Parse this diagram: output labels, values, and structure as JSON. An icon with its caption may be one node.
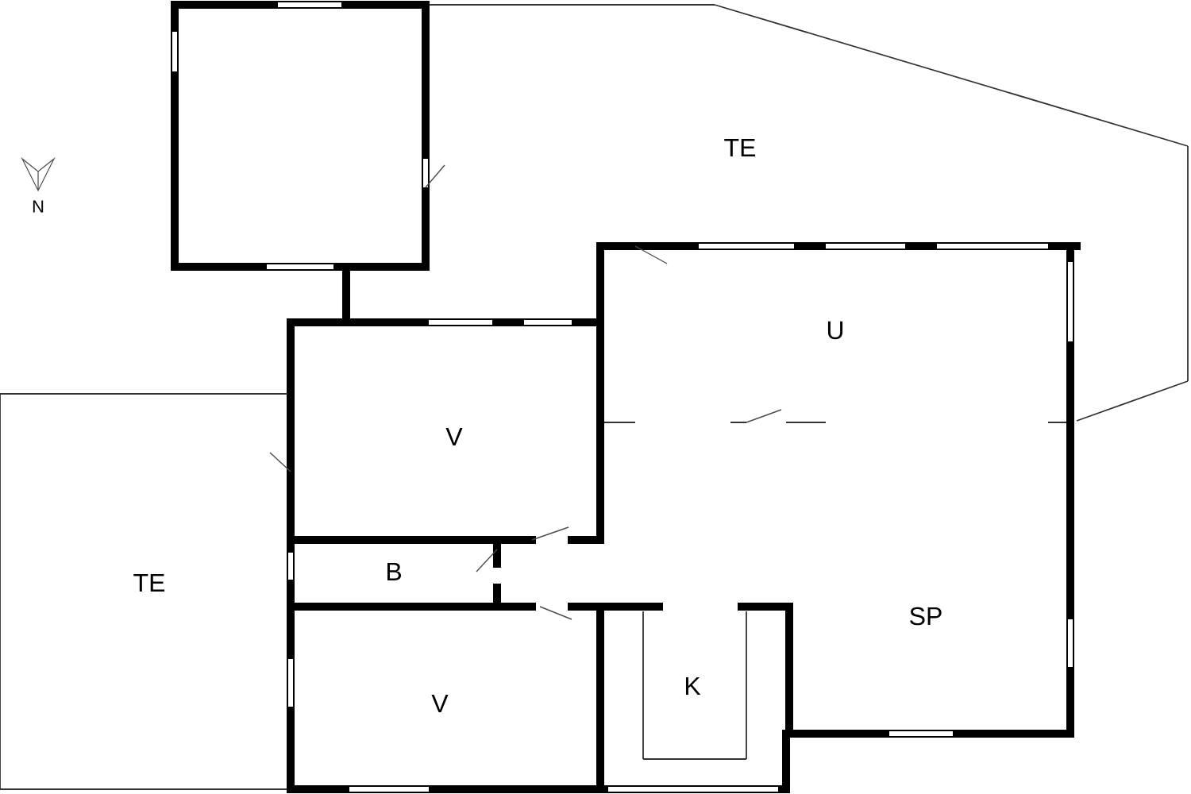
{
  "diagram": {
    "labels": [
      "TE",
      "U",
      "V",
      "TE",
      "B",
      "SP",
      "K",
      "V",
      "N"
    ]
  }
}
